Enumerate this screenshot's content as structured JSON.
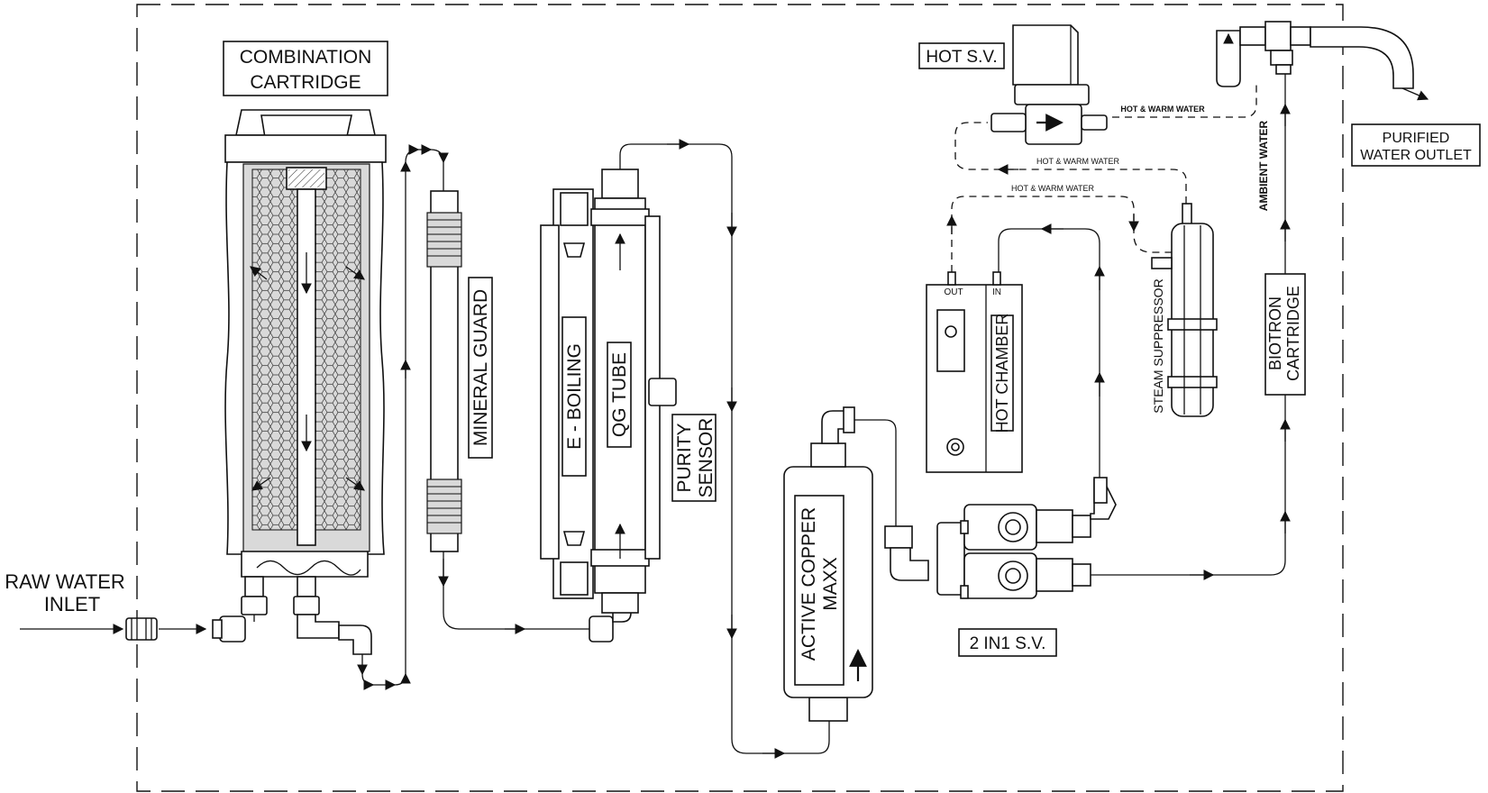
{
  "labels": {
    "raw_water_line1": "RAW WATER",
    "raw_water_line2": "INLET",
    "combination_line1": "COMBINATION",
    "combination_line2": "CARTRIDGE",
    "mineral_guard": "MINERAL GUARD",
    "e_boiling": "E - BOILING",
    "qg_tube": "QG TUBE",
    "purity_line1": "PURITY",
    "purity_line2": "SENSOR",
    "active_copper_line1": "ACTIVE COPPER",
    "active_copper_line2": "MAXX",
    "hot_chamber": "HOT CHAMBER",
    "hot_out": "OUT",
    "hot_in": "IN",
    "hot_sv": "HOT S.V.",
    "two_in_one_sv": "2 IN1 S.V.",
    "hot_warm_1": "HOT & WARM WATER",
    "hot_warm_2": "HOT & WARM WATER",
    "hot_warm_3": "HOT & WARM WATER",
    "steam_suppressor": "STEAM SUPPRESSOR",
    "biotron_line1": "BIOTRON",
    "biotron_line2": "CARTRIDGE",
    "ambient_water": "AMBIENT WATER",
    "purified_line1": "PURIFIED",
    "purified_line2": "WATER OUTLET"
  },
  "colors": {
    "line": "#111111",
    "background": "#ffffff",
    "media_fill": "#d9d9d9"
  }
}
